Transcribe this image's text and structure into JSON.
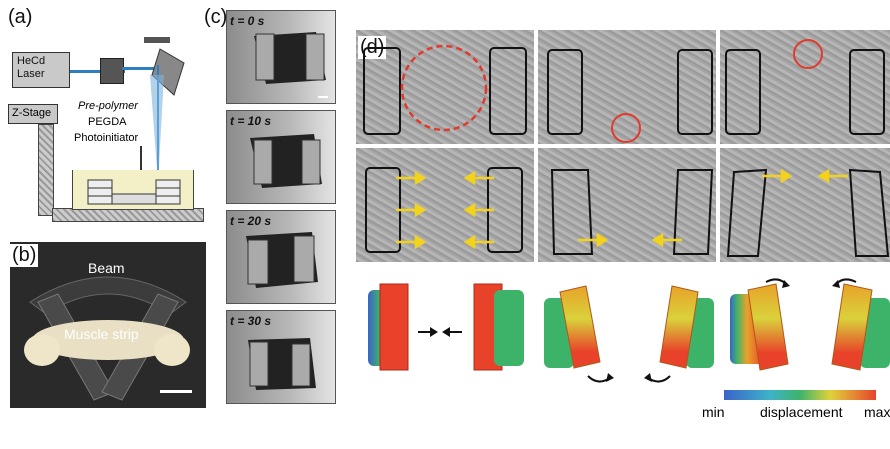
{
  "panel_a": {
    "label": "(a)",
    "laser": "HeCd Laser",
    "stage": "Z-Stage",
    "prepolymer": "Pre-polymer",
    "pegda": "PEGDA",
    "photoinitiator": "Photoinitiator"
  },
  "panel_b": {
    "label": "(b)",
    "beam": "Beam",
    "muscle": "Muscle strip"
  },
  "panel_c": {
    "label": "(c)",
    "times": [
      "t = 0 s",
      "t = 10 s",
      "t = 20 s",
      "t = 30 s"
    ]
  },
  "panel_d": {
    "label": "(d)",
    "colorbar": {
      "min": "min",
      "label": "displacement",
      "max": "max"
    }
  },
  "colors": {
    "circle": "#e03a2f",
    "arrow": "#f2d21b",
    "hot": "#e8432a",
    "cold": "#3a63c9"
  }
}
